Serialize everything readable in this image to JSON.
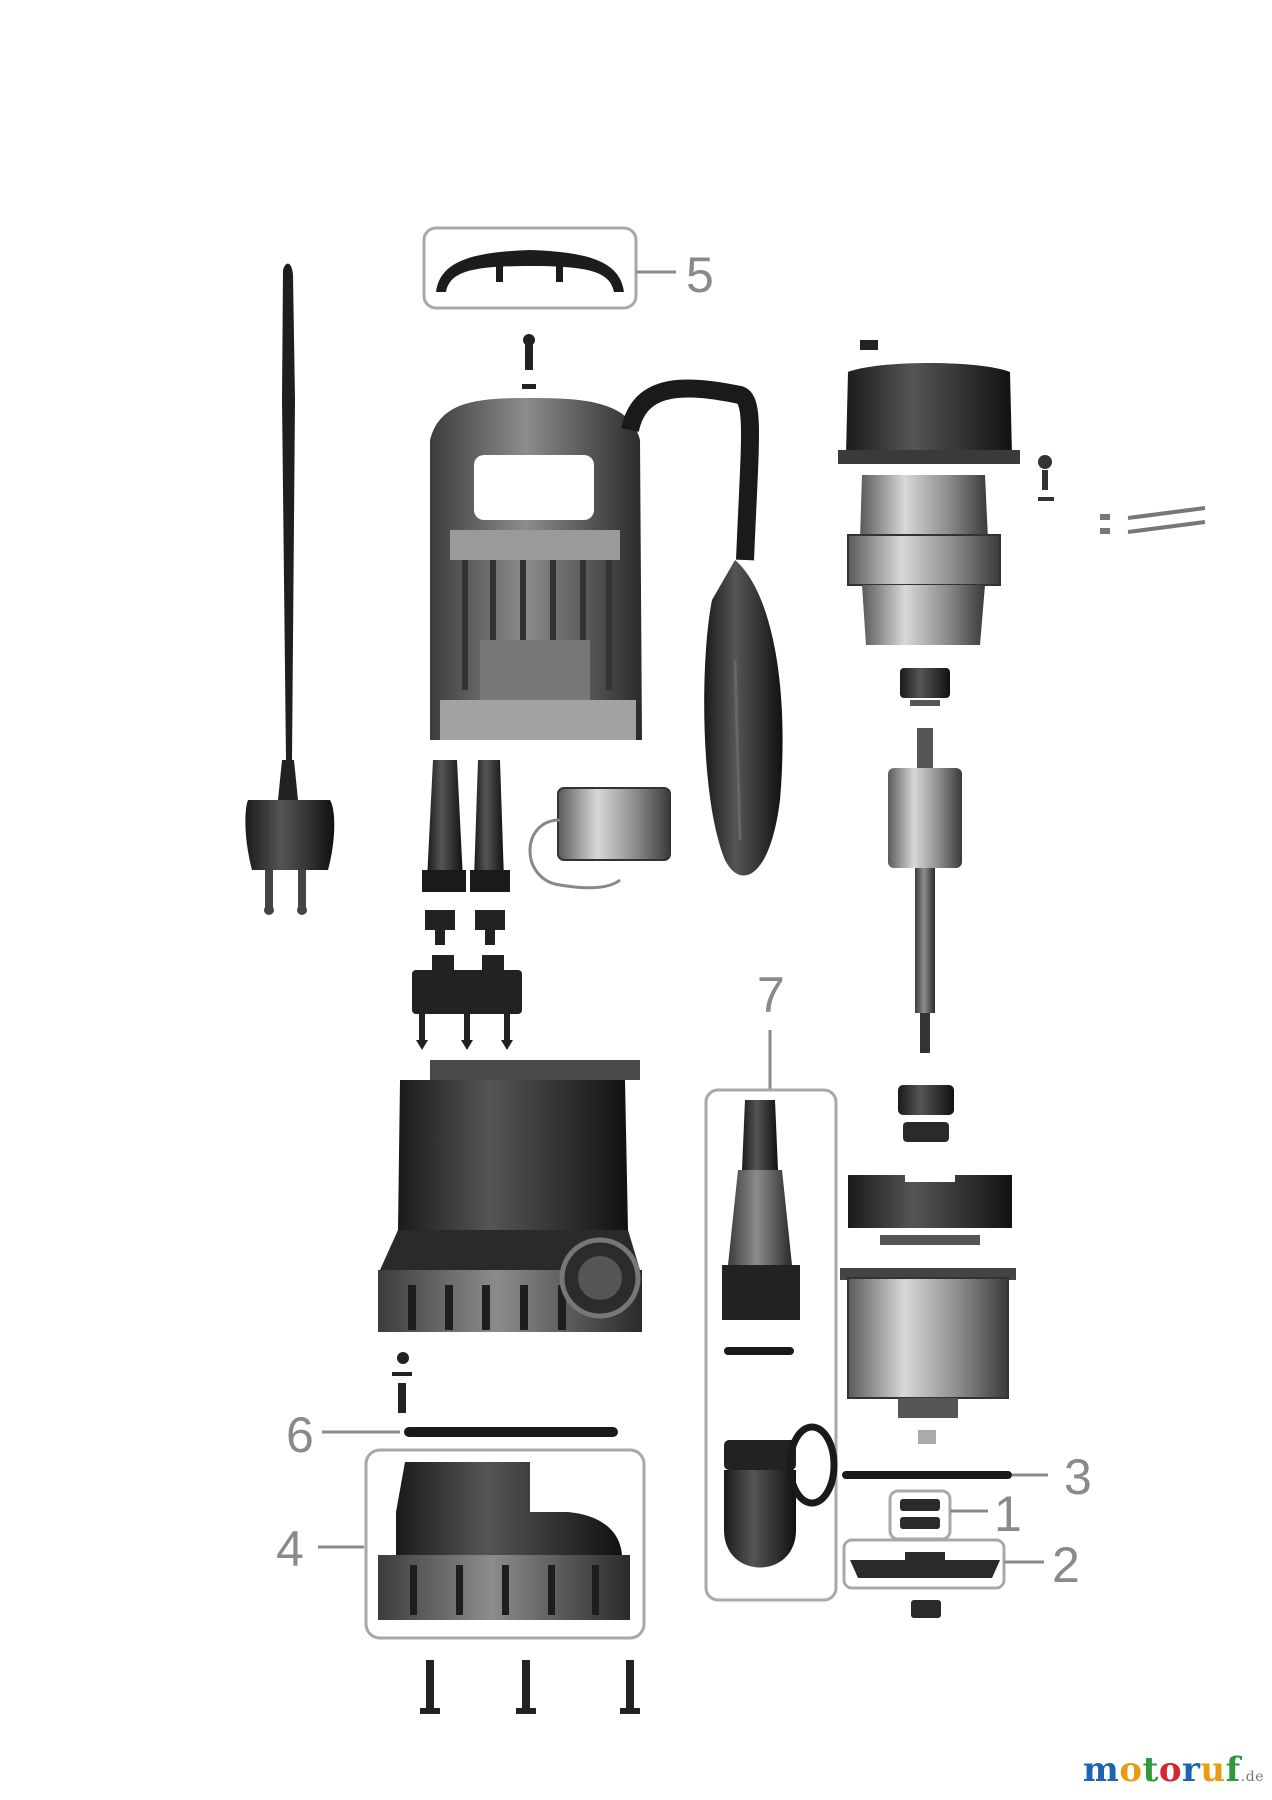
{
  "diagram": {
    "callouts": {
      "c1": "1",
      "c2": "2",
      "c3": "3",
      "c4": "4",
      "c5": "5",
      "c6": "6",
      "c7": "7"
    },
    "watermark": {
      "chars": [
        "m",
        "o",
        "t",
        "o",
        "r",
        "u",
        "f"
      ],
      "colors": [
        "#1f63b5",
        "#e89b15",
        "#2d9a3b",
        "#d8262c",
        "#1f63b5",
        "#e89b15",
        "#2d9a3b"
      ],
      "suffix": ".de"
    }
  }
}
